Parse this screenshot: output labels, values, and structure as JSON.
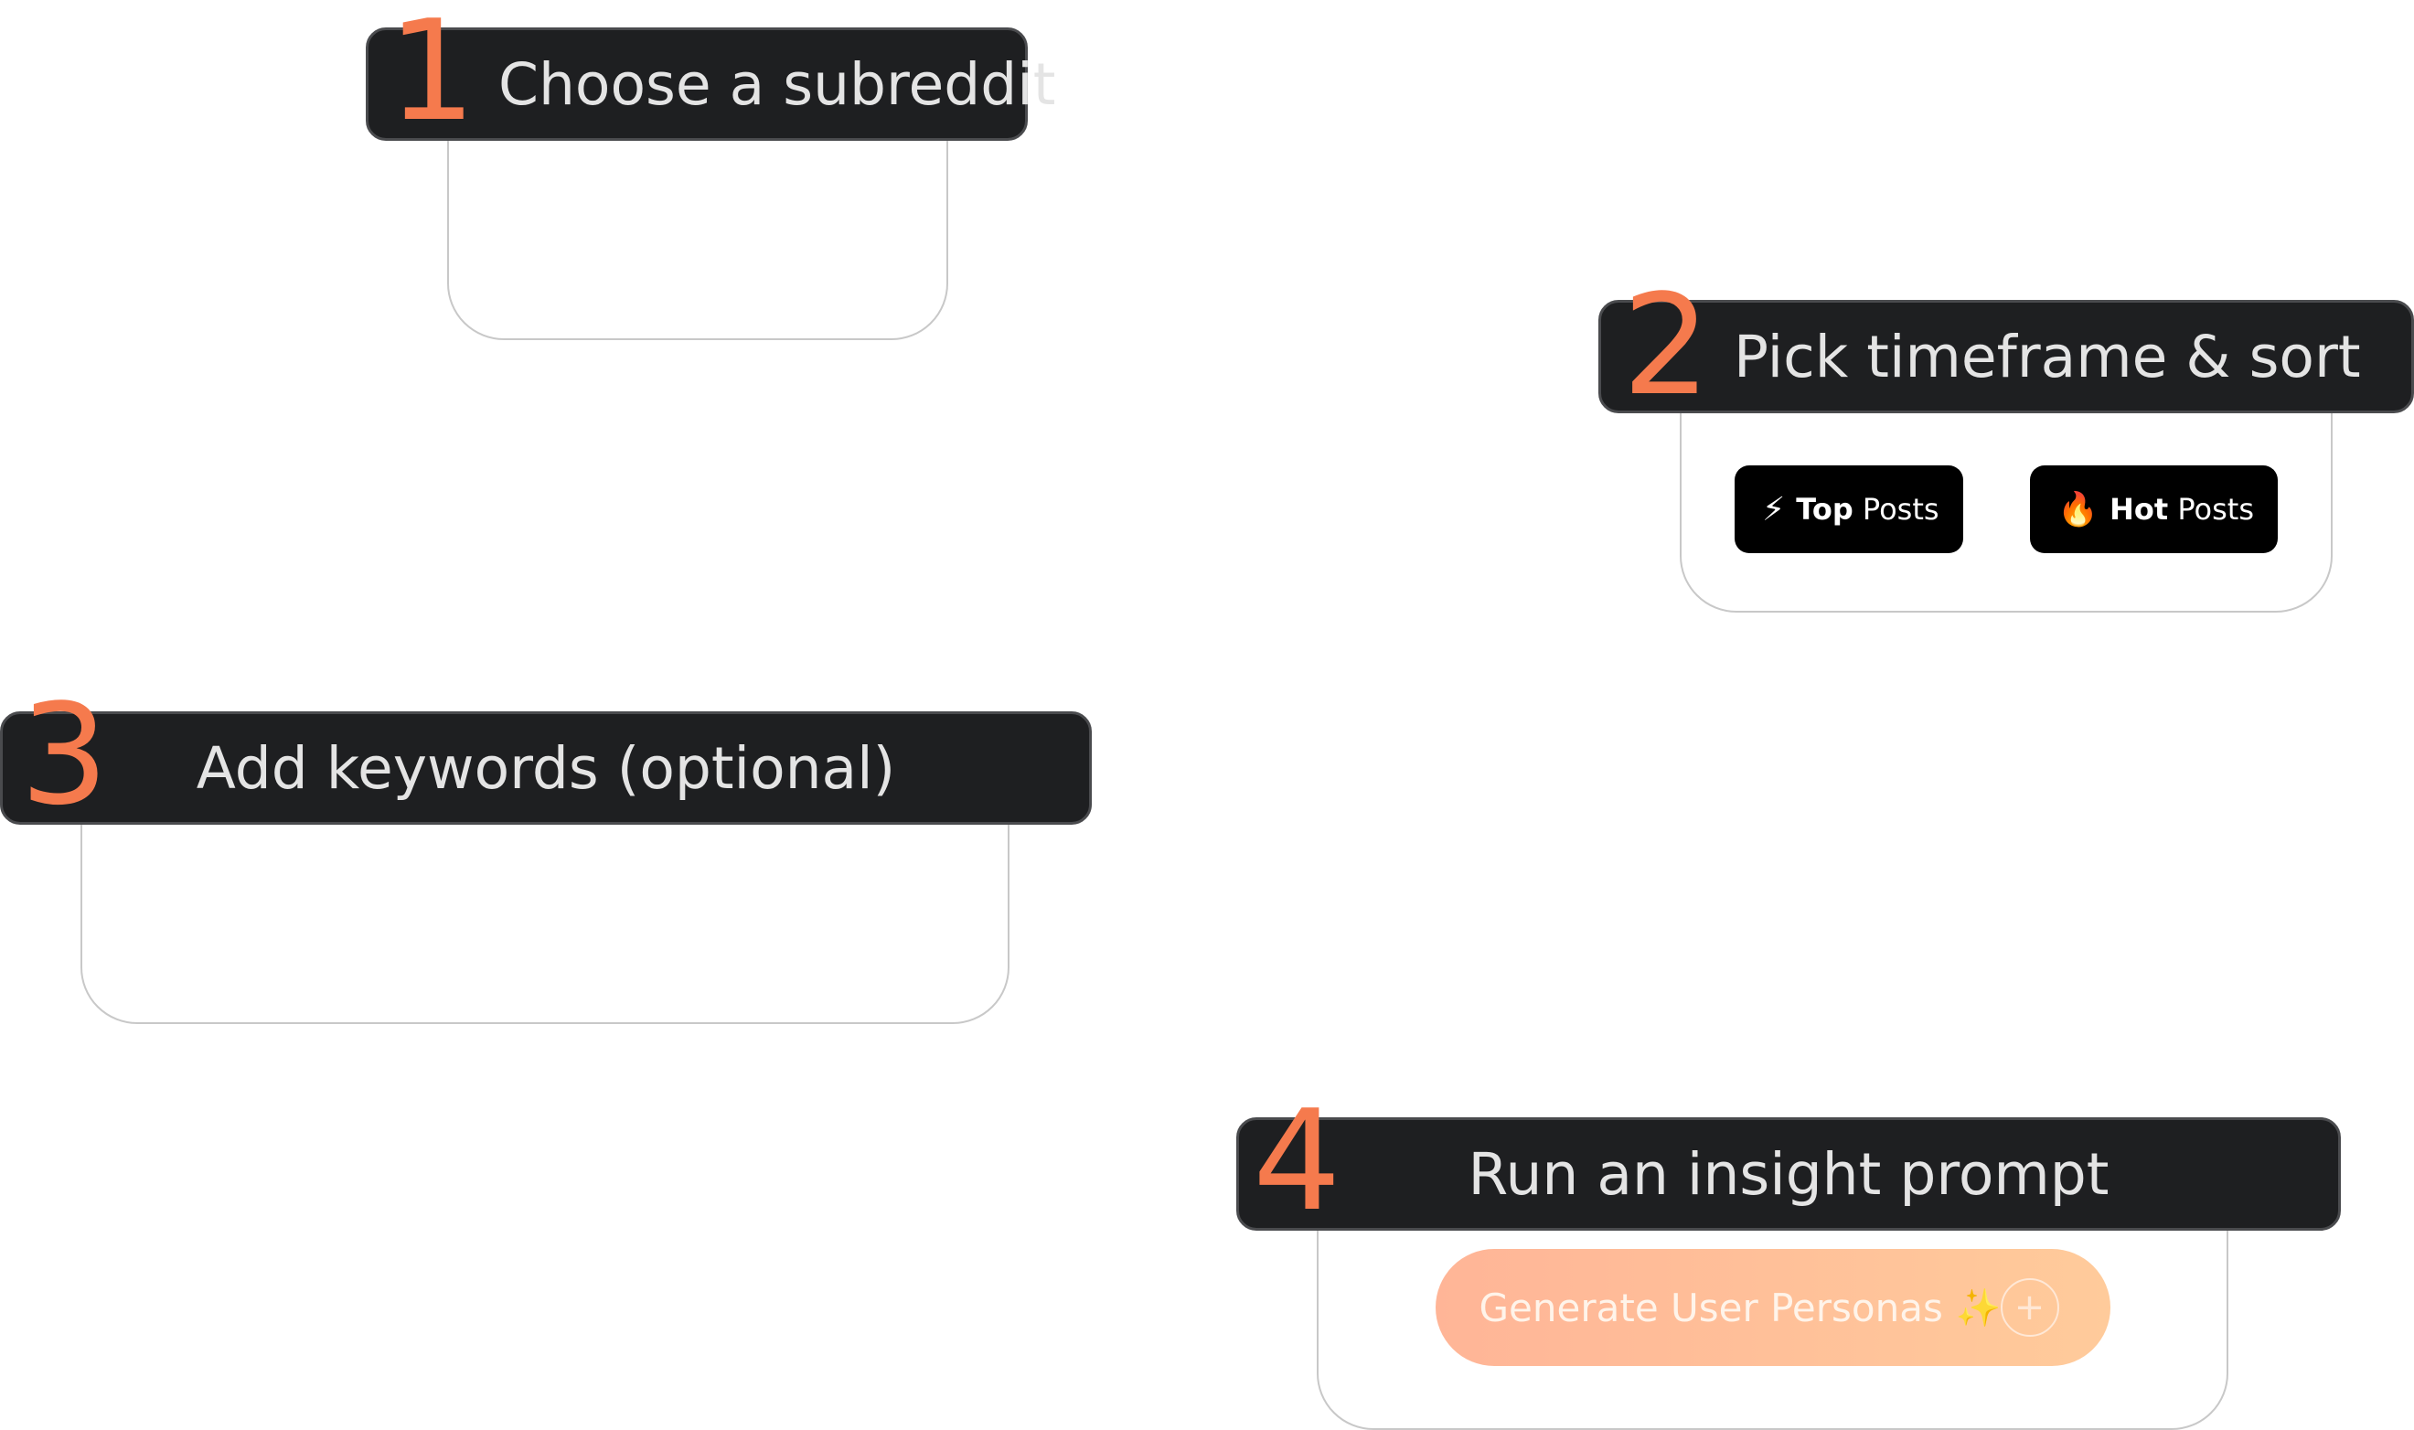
{
  "steps": [
    {
      "number": "1",
      "title": "Choose a subreddit"
    },
    {
      "number": "2",
      "title": "Pick timeframe & sort"
    },
    {
      "number": "3",
      "title": "Add keywords (optional)"
    },
    {
      "number": "4",
      "title": "Run an insight prompt"
    }
  ],
  "sort_buttons": {
    "top": {
      "emoji": "⚡",
      "bold": "Top",
      "label": "Posts"
    },
    "hot": {
      "emoji": "🔥",
      "bold": "Hot",
      "label": "Posts"
    }
  },
  "insight": {
    "button_label": "Generate User Personas",
    "sparkle": "✨",
    "plus": "+"
  },
  "colors": {
    "accent_number": "#f57a4d",
    "header_bg": "#1e1f21",
    "header_text": "#e4e4e4",
    "button_gradient_start": "#ffb597",
    "button_gradient_end": "#ffcb9b"
  }
}
